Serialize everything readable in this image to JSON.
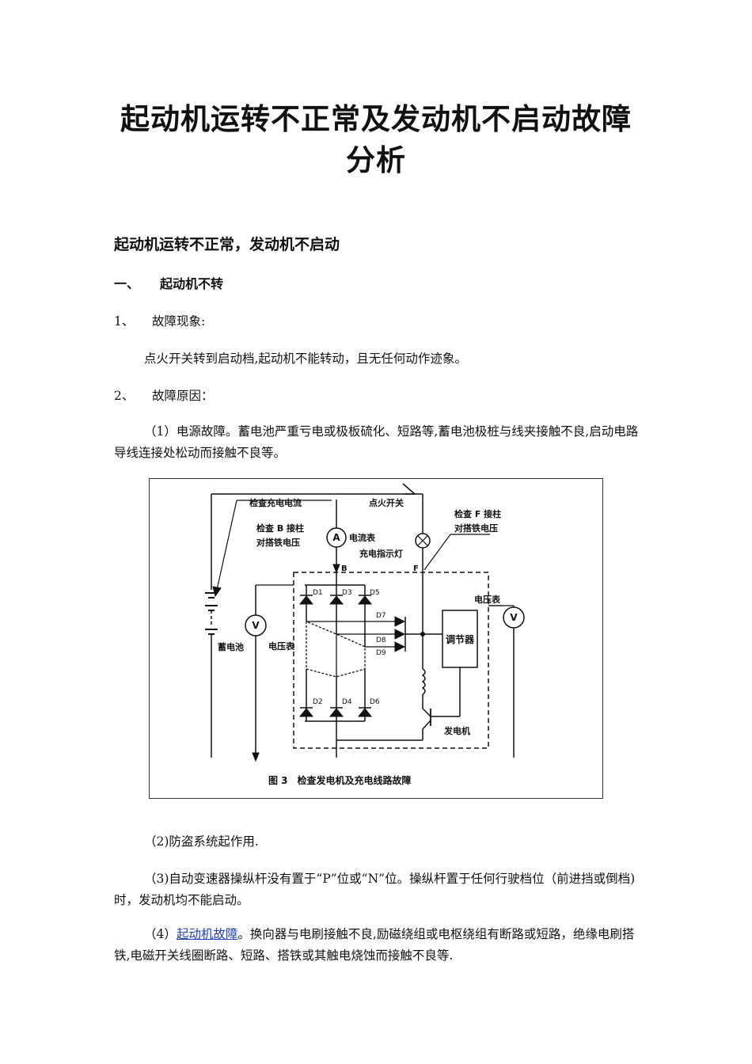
{
  "doc": {
    "title_line1": "起动机运转不正常及发动机不启动故障",
    "title_line2": "分析",
    "section_heading": "起动机运转不正常，发动机不启动",
    "sub_heading": {
      "num": "一、",
      "text": "起动机不转"
    },
    "item1": {
      "num": "1、",
      "text": "故障现象:"
    },
    "symptom": "点火开关转到启动档,起动机不能转动，且无任何动作迹象。",
    "item2": {
      "num": "2、",
      "text": "故障原因："
    },
    "cause1": "（1）电源故障。蓄电池严重亏电或极板硫化、短路等,蓄电池极桩与线夹接触不良,启动电路导线连接处松动而接触不良等。",
    "cause2": "（2)防盗系统起作用.",
    "cause3": "（3)自动变速器操纵杆没有置于“P”位或“N”位。操纵杆置于任何行驶档位（前进挡或倒档)时，发动机均不能启动。",
    "cause4": {
      "prefix": "（4）",
      "link": "起动机故障",
      "rest": "。换向器与电刷接触不良,励磁绕组或电枢绕组有断路或短路，绝缘电刷搭铁,电磁开关线圈断路、短路、搭铁或其触电烧蚀而接触不良等."
    }
  },
  "figure": {
    "caption": "图 3　检查发电机及充电线路故障",
    "labels": {
      "check_charge_current": "检查充电电流",
      "ignition_switch": "点火开关",
      "check_b_line1": "检查 B 接柱",
      "check_b_line2": "对搭铁电压",
      "ammeter": "电流表",
      "charge_lamp": "充电指示灯",
      "check_f_line1": "检查 F 接柱",
      "check_f_line2": "对搭铁电压",
      "voltmeter_right": "电压表",
      "voltmeter_left": "电压表",
      "battery": "蓄电池",
      "regulator": "调节器",
      "generator": "发电机",
      "terminal_b": "B",
      "terminal_f": "F",
      "meter_a": "A",
      "meter_v": "V",
      "d1": "D1",
      "d3": "D3",
      "d5": "D5",
      "d2": "D2",
      "d4": "D4",
      "d6": "D6",
      "d7": "D7",
      "d8": "D8",
      "d9": "D9"
    }
  }
}
